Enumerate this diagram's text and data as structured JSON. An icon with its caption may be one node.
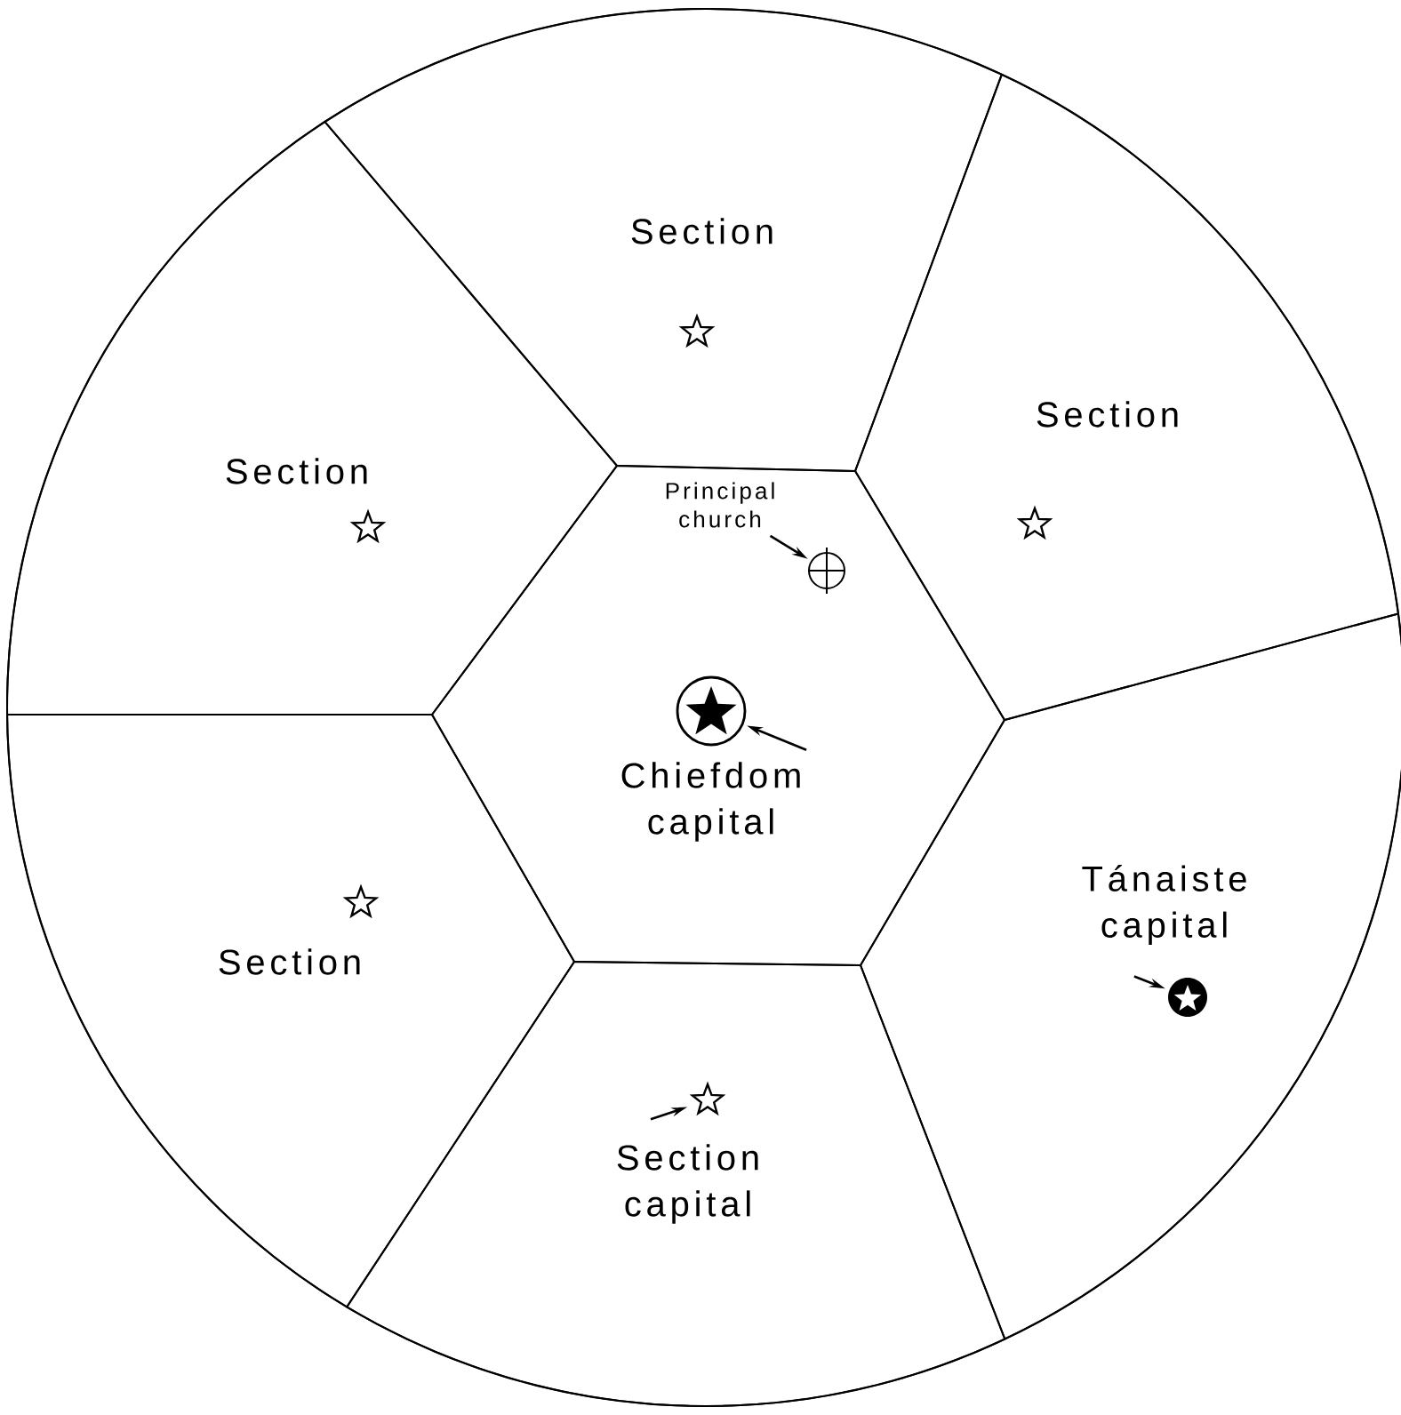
{
  "diagram": {
    "nodes": [
      {
        "text": [],
        "shape": "circle"
      },
      {
        "text": [
          "Section"
        ],
        "in": 0
      },
      {
        "text": [
          "Section"
        ],
        "in": 0
      },
      {
        "text": [
          "Section"
        ],
        "in": 0
      },
      {
        "text": [],
        "shape": "hexagon",
        "in": 0
      },
      {
        "text": [
          "Principal church"
        ],
        "in": 4
      },
      {
        "text": [],
        "shape": "circle",
        "in": 4
      },
      {
        "text": [],
        "shape": "circle",
        "in": 4
      },
      {
        "text": [
          "Chiefdom capital"
        ],
        "in": 4
      },
      {
        "text": [
          "Section"
        ],
        "in": 0
      },
      {
        "text": [],
        "shape": "segment",
        "in": 0
      },
      {
        "text": [
          "Tánaiste capital"
        ],
        "in": 10
      },
      {
        "text": [],
        "shape": "circle",
        "in": 10
      },
      {
        "text": [],
        "shape": "segment",
        "in": 0
      },
      {
        "text": [],
        "shape": "star",
        "in": 13
      },
      {
        "text": [
          "Section capital"
        ],
        "in": 13
      }
    ],
    "edges": [
      {
        "from": 5,
        "to": 6,
        "arrow": "to"
      },
      {
        "from": 8,
        "to": 7,
        "arrow": "to"
      },
      {
        "from": 11,
        "to": 12,
        "arrow": "to"
      },
      {
        "from": 15,
        "to": 14,
        "arrow": "to"
      }
    ]
  }
}
